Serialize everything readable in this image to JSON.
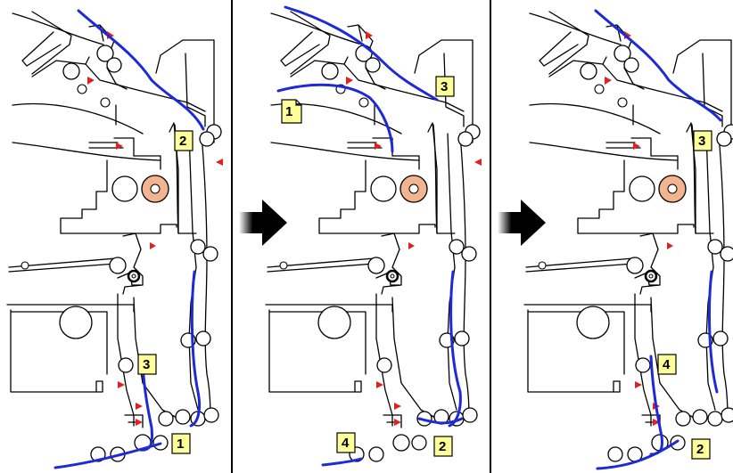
{
  "diagram": {
    "step_labels": {
      "panel1": [
        "1",
        "2",
        "3"
      ],
      "panel2": [
        "1",
        "2",
        "3",
        "4"
      ],
      "panel3": [
        "2",
        "3",
        "4"
      ]
    },
    "colors": {
      "paper_path": "#1d2bd6",
      "sensor_marker": "#e32020",
      "label_badge": "#ffff99",
      "fuser_roller": "#f3b48f"
    },
    "icons": {
      "transition": "right-arrow-icon",
      "sheet": "sheet-icon",
      "sensor": "red-triangle-sensor-icon"
    }
  }
}
